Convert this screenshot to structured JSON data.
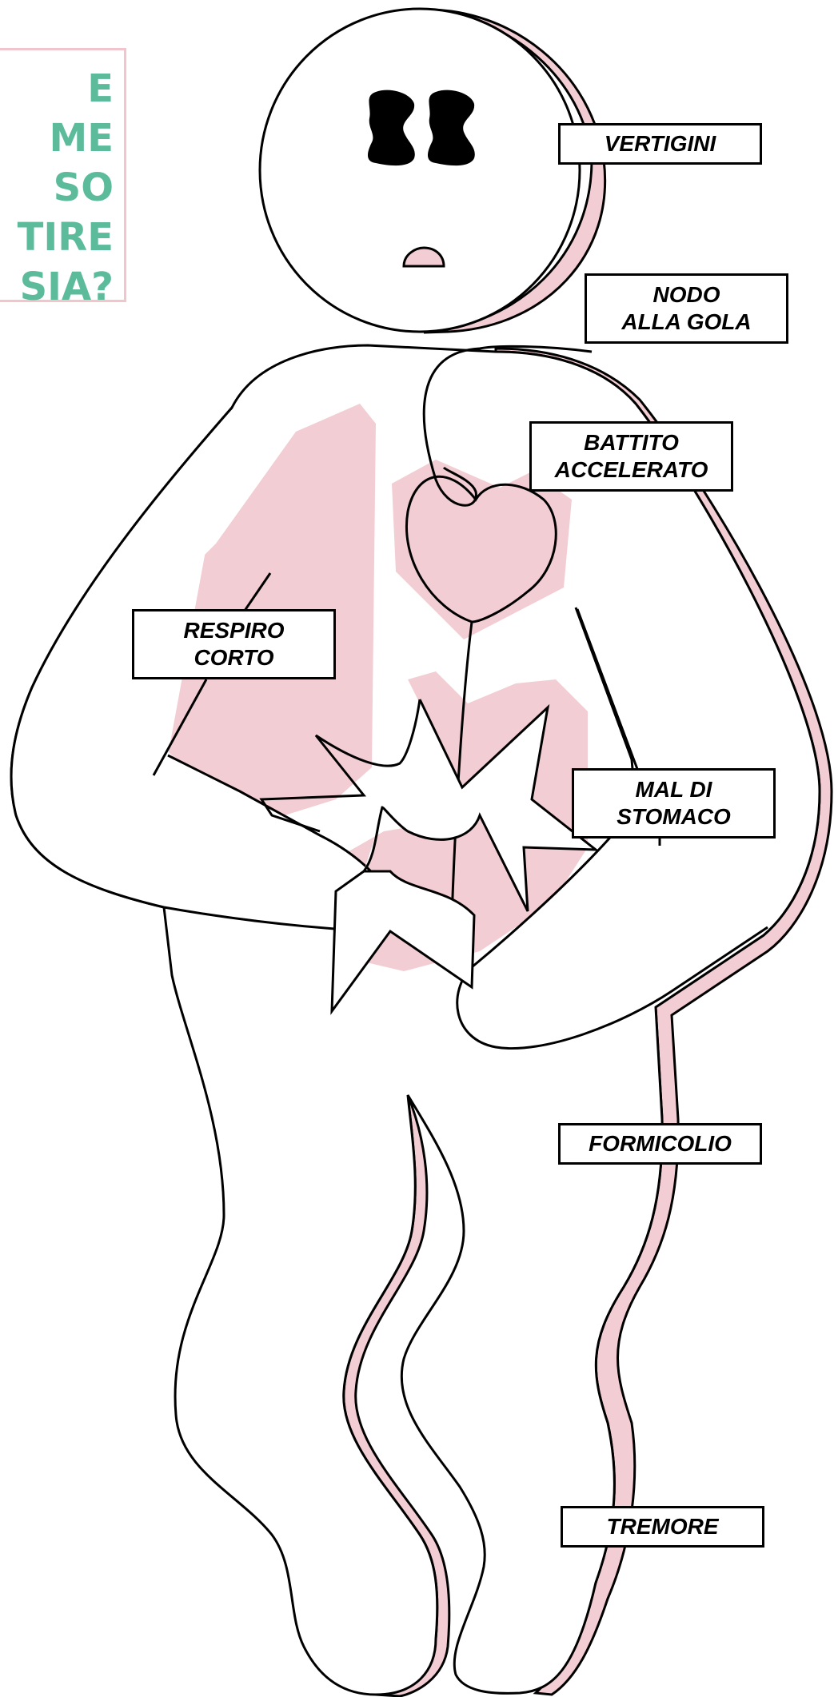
{
  "title": {
    "lines": [
      "E",
      "ME",
      "SO",
      "TIRE",
      "SIA?"
    ],
    "text": "E\nME\nSO\nTIRE\nSIA?"
  },
  "labels": {
    "vertigini": "VERTIGINI",
    "nodo_alla_gola": "NODO\nALLA GOLA",
    "battito_accelerato": "BATTITO\nACCELERATO",
    "respiro_corto": "RESPIRO\nCORTO",
    "mal_di_stomaco": "MAL DI\nSTOMACO",
    "formicolio": "FORMICOLIO",
    "tremore": "TREMORE"
  },
  "colors": {
    "accent_pink": "#f2cdd3",
    "title_green": "#5bbb9b",
    "outline": "#000000",
    "background": "#ffffff"
  }
}
